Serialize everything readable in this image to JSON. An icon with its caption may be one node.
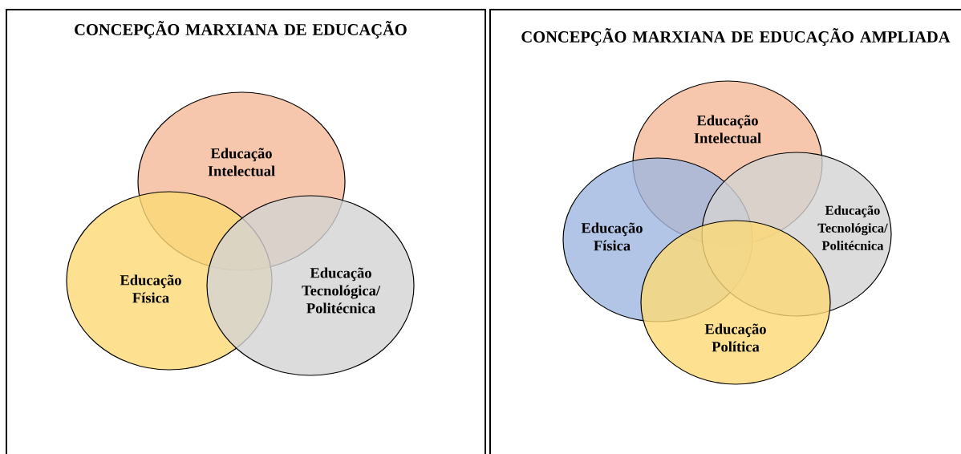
{
  "diagram": {
    "nodes": [
      {
        "text": [
          "CONCEPÇÃO MARXIANA DE EDUCAÇÃO"
        ]
      },
      {
        "text": [
          "Educação Intelectual"
        ],
        "in": 0
      },
      {
        "text": [
          "Educação Física"
        ],
        "in": 0
      },
      {
        "text": [
          "Educação Tecnológica/ Politécnica"
        ],
        "in": 0
      },
      {
        "text": [
          "CONCEPÇÃO MARXIANA DE EDUCAÇÃO AMPLIADA"
        ]
      },
      {
        "text": [
          "Educação Intelectual"
        ],
        "in": 4
      },
      {
        "text": [
          "Educação Física"
        ],
        "in": 4
      },
      {
        "text": [
          "Educação Tecnológica/ Politécnica"
        ],
        "in": 4
      },
      {
        "text": [
          "Educação Política"
        ],
        "in": 4
      }
    ]
  }
}
